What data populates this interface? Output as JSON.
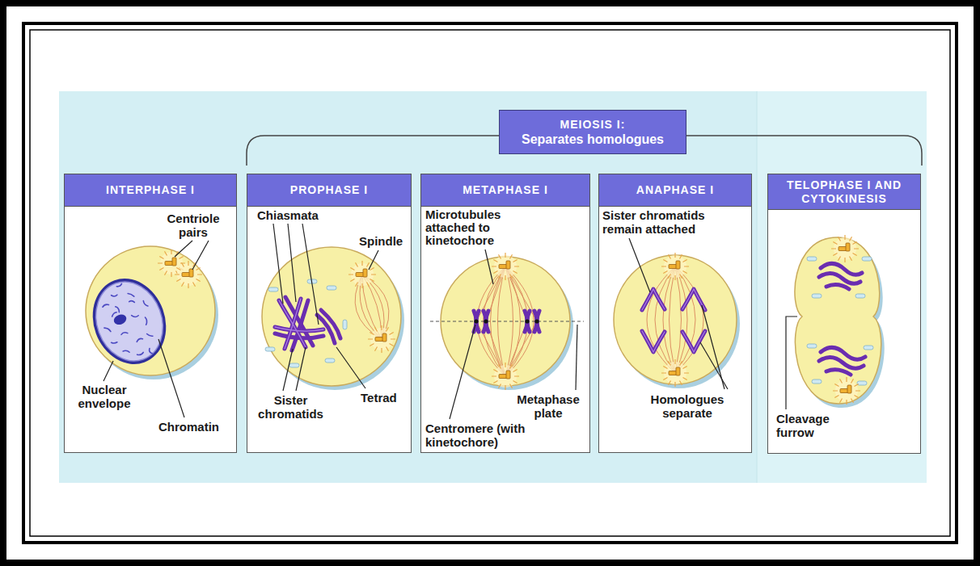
{
  "diagram": {
    "nodes": [
      {
        "text": [
          "MEIOSIS I:",
          "Separates homologues"
        ]
      },
      {
        "text": [
          "INTERPHASE I"
        ]
      },
      {
        "text": [
          "PROPHASE I"
        ]
      },
      {
        "text": [
          "METAPHASE I"
        ]
      },
      {
        "text": [
          "ANAPHASE I"
        ]
      },
      {
        "text": [
          "TELOPHASE I AND CYTOKINESIS"
        ]
      }
    ],
    "labels": [
      "Centriole pairs",
      "Nuclear envelope",
      "Chromatin",
      "Chiasmata",
      "Spindle",
      "Sister chromatids",
      "Tetrad",
      "Microtubules attached to kinetochore",
      "Metaphase plate",
      "Centromere (with kinetochore)",
      "Sister chromatids remain attached",
      "Homologues separate",
      "Cleavage furrow"
    ]
  }
}
